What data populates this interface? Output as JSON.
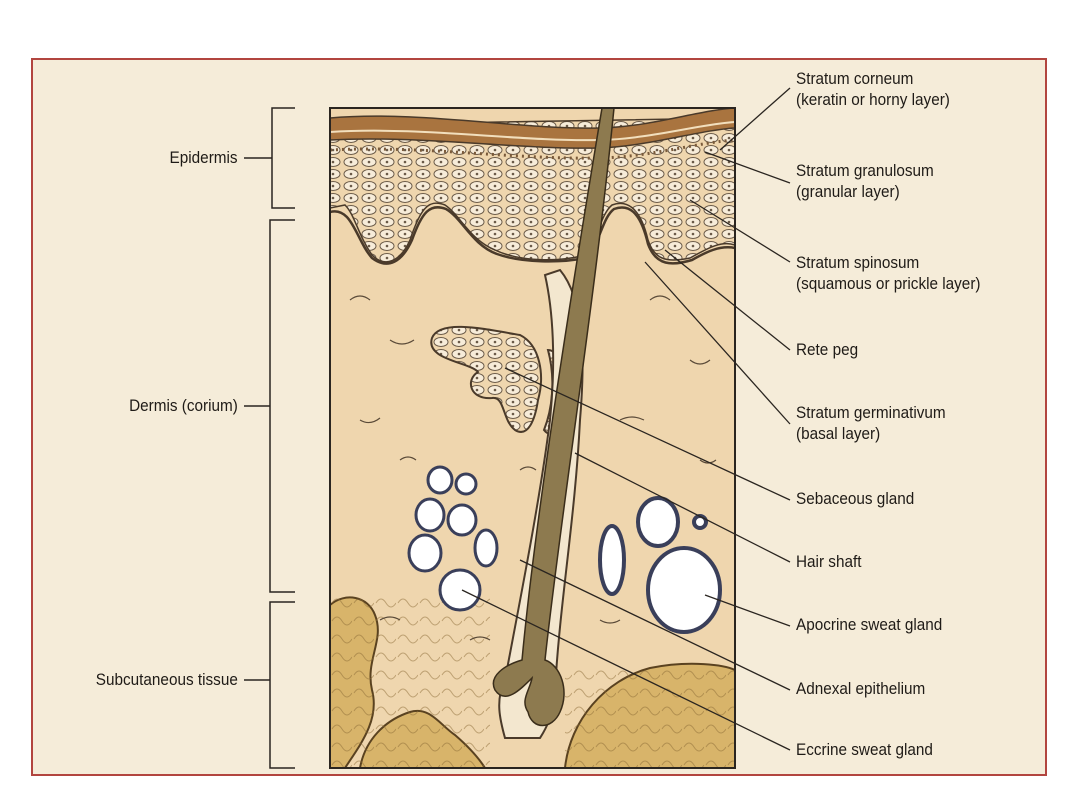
{
  "diagram": {
    "left_labels": {
      "epidermis": "Epidermis",
      "dermis": "Dermis (corium)",
      "subcutaneous": "Subcutaneous tissue"
    },
    "right_labels": [
      {
        "line1": "Stratum corneum",
        "line2": "(keratin or horny layer)"
      },
      {
        "line1": "Stratum granulosum",
        "line2": "(granular layer)"
      },
      {
        "line1": "Stratum spinosum",
        "line2": "(squamous or prickle layer)"
      },
      {
        "line1": "Rete peg",
        "line2": ""
      },
      {
        "line1": "Stratum germinativum",
        "line2": "(basal layer)"
      },
      {
        "line1": "Sebaceous gland",
        "line2": ""
      },
      {
        "line1": "Hair shaft",
        "line2": ""
      },
      {
        "line1": "Apocrine sweat gland",
        "line2": ""
      },
      {
        "line1": "Adnexal epithelium",
        "line2": ""
      },
      {
        "line1": "Eccrine sweat gland",
        "line2": ""
      }
    ],
    "colors": {
      "frame_border": "#b2453f",
      "background": "#f5ecd9",
      "dermis": "#efd6ae",
      "corneum": "#a9743f",
      "fat": "#d8b46a",
      "hair": "#8d7a4f"
    }
  }
}
